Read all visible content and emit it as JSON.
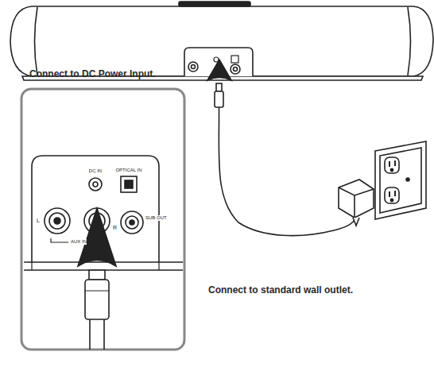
{
  "diagram": {
    "labels": [
      "Connect to DC Power Input.",
      "DC IN",
      "OPTICAL IN",
      "L",
      "R",
      "AUX IN",
      "SUB OUT",
      "Connect to standard wall outlet."
    ]
  }
}
